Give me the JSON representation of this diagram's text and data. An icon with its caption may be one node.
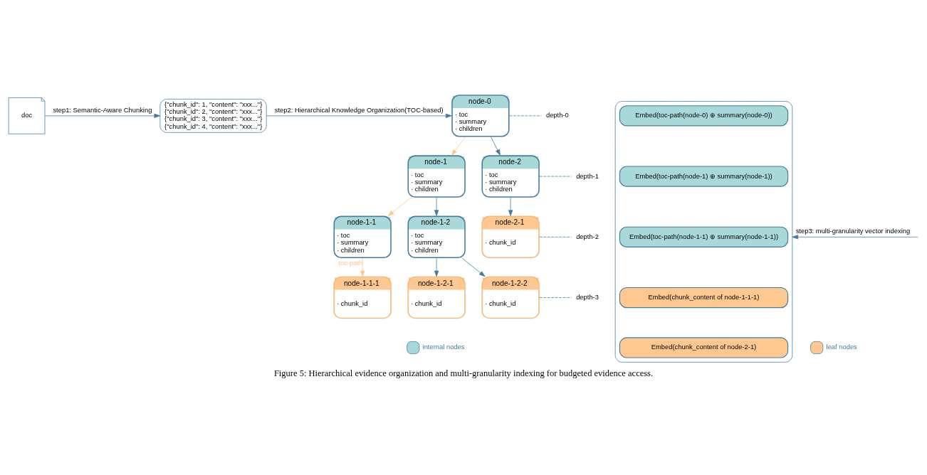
{
  "diagram": {
    "caption": "Figure 5: Hierarchical evidence organization and multi-granularity indexing for budgeted evidence access.",
    "nodes": [
      {
        "text": [
          "doc"
        ]
      },
      {
        "text": [
          "{\"chunk_id\": 1, \"content\": \"xxx...\"}",
          "{\"chunk_id\": 2, \"content\": \"xxx...\"}",
          "{\"chunk_id\": 3, \"content\": \"xxx...\"}",
          "{\"chunk_id\": 4, \"content\": \"xxx...\"}"
        ]
      },
      {
        "text": [
          "node-0",
          "· toc",
          "· summary",
          "· children"
        ]
      },
      {
        "text": [
          "node-1",
          "· toc",
          "· summary",
          "· children"
        ]
      },
      {
        "text": [
          "node-2",
          "· toc",
          "· summary",
          "· children"
        ]
      },
      {
        "text": [
          "node-1-1",
          "· toc",
          "· summary",
          "· children"
        ]
      },
      {
        "text": [
          "node-1-2",
          "· toc",
          "· summary",
          "· children"
        ]
      },
      {
        "text": [
          "node-2-1",
          "· chunk_id"
        ]
      },
      {
        "text": [
          "node-1-1-1",
          "· chunk_id"
        ]
      },
      {
        "text": [
          "node-1-2-1",
          "· chunk_id"
        ]
      },
      {
        "text": [
          "node-1-2-2",
          "· chunk_id"
        ]
      },
      {
        "text": [],
        "shape": "bracket"
      },
      {
        "text": [
          "Embed(toc-path(node-0) ⊕ summary(node-0))"
        ],
        "in": 11
      },
      {
        "text": [
          "Embed(toc-path(node-1) ⊕ summary(node-1))"
        ],
        "in": 11
      },
      {
        "text": [
          "Embed(toc-path(node-1-1) ⊕ summary(node-1-1))"
        ],
        "in": 11
      },
      {
        "text": [
          "Embed(chunk_content of node-1-1-1)"
        ],
        "in": 11
      },
      {
        "text": [
          "Embed(chunk_content of node-2-1)"
        ],
        "in": 11
      },
      {
        "text": [
          "depth-0"
        ]
      },
      {
        "text": [
          "depth-1"
        ]
      },
      {
        "text": [
          "depth-2"
        ]
      },
      {
        "text": [
          "depth-3"
        ]
      }
    ],
    "edges": [
      {
        "from": 0,
        "to": 1,
        "arrow": "to",
        "label": "step1: Semantic-Aware Chunking"
      },
      {
        "from": 1,
        "to": 2,
        "arrow": "to",
        "label": "step2: Hierarchical Knowledge Organization(TOC-based)"
      },
      {
        "from": 2,
        "to": 3,
        "arrow": "to",
        "color": "#ffc68c"
      },
      {
        "from": 2,
        "to": 4,
        "arrow": "to"
      },
      {
        "from": 3,
        "to": 5,
        "arrow": "to",
        "color": "#ffc68c"
      },
      {
        "from": 3,
        "to": 6,
        "arrow": "to"
      },
      {
        "from": 4,
        "to": 7,
        "arrow": "to"
      },
      {
        "from": 5,
        "to": 8,
        "arrow": "to",
        "label": "toc-path",
        "color": "#ffc68c"
      },
      {
        "from": 6,
        "to": 9,
        "arrow": "to"
      },
      {
        "from": 6,
        "to": 10,
        "arrow": "to"
      },
      {
        "from": null,
        "to": 11,
        "arrow": "to",
        "label": "step3: multi-granularity vector indexing"
      },
      {
        "from": 2,
        "to": 17,
        "arrow": "none",
        "style": "dashed"
      },
      {
        "from": 4,
        "to": 18,
        "arrow": "none",
        "style": "dashed"
      },
      {
        "from": 7,
        "to": 19,
        "arrow": "none",
        "style": "dashed"
      },
      {
        "from": 10,
        "to": 20,
        "arrow": "none",
        "style": "dashed"
      }
    ],
    "legend": [
      {
        "text": "internal nodes",
        "color": "#a8d8d8"
      },
      {
        "text": "leaf nodes",
        "color": "#ffc891"
      }
    ]
  }
}
